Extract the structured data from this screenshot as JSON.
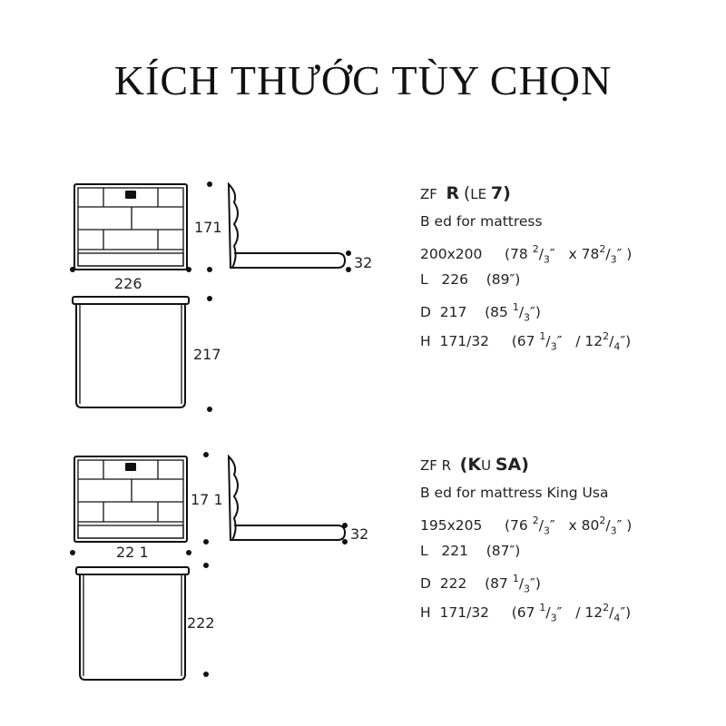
{
  "title": "KÍCH THƯỚC TÙY CHỌN",
  "colors": {
    "ink": "#111111",
    "text": "#222222",
    "background": "#ffffff"
  },
  "variants": [
    {
      "code_prefix": "ZF",
      "code_bold1": "R",
      "code_mid": "(",
      "code_small": "LE",
      "code_bold2": "7)",
      "description": "B ed for mattress",
      "size": "200x200",
      "size_in": {
        "a_whole": "(78 ",
        "a_num": "2",
        "a_den": "3",
        "b_whole": "″   x 78",
        "b_num": "2",
        "b_den": "3",
        "close": "″ )"
      },
      "length": {
        "label": "L",
        "value": "226",
        "inches": "(89″)"
      },
      "depth": {
        "label": "D",
        "value": "217",
        "whole": "(85 ",
        "num": "1",
        "den": "3",
        "close": "″)"
      },
      "height": {
        "label": "H",
        "value": "171/32",
        "whole": "(67 ",
        "num": "1",
        "den": "3",
        "mid": "″   / 12",
        "num2": "2",
        "den2": "4",
        "close": "″)"
      },
      "dims": {
        "width": "226",
        "height": "171",
        "depth": "217",
        "base": "32"
      }
    },
    {
      "code_prefix": "ZF  R",
      "code_bold1": "(K",
      "code_mid": "",
      "code_small": "U",
      "code_bold2": "SA)",
      "description": "B ed for mattress King Usa",
      "size": "195x205",
      "size_in": {
        "a_whole": "(76 ",
        "a_num": "2",
        "a_den": "3",
        "b_whole": "″   x 80",
        "b_num": "2",
        "b_den": "3",
        "close": "″ )"
      },
      "length": {
        "label": "L",
        "value": "221",
        "inches": "(87″)"
      },
      "depth": {
        "label": "D",
        "value": "222",
        "whole": "(87 ",
        "num": "1",
        "den": "3",
        "close": "″)"
      },
      "height": {
        "label": "H",
        "value": "171/32",
        "whole": "(67 ",
        "num": "1",
        "den": "3",
        "mid": "″   / 12",
        "num2": "2",
        "den2": "4",
        "close": "″)"
      },
      "dims": {
        "width": "22 1",
        "height": "17 1",
        "depth": "222",
        "base": "32"
      }
    }
  ]
}
